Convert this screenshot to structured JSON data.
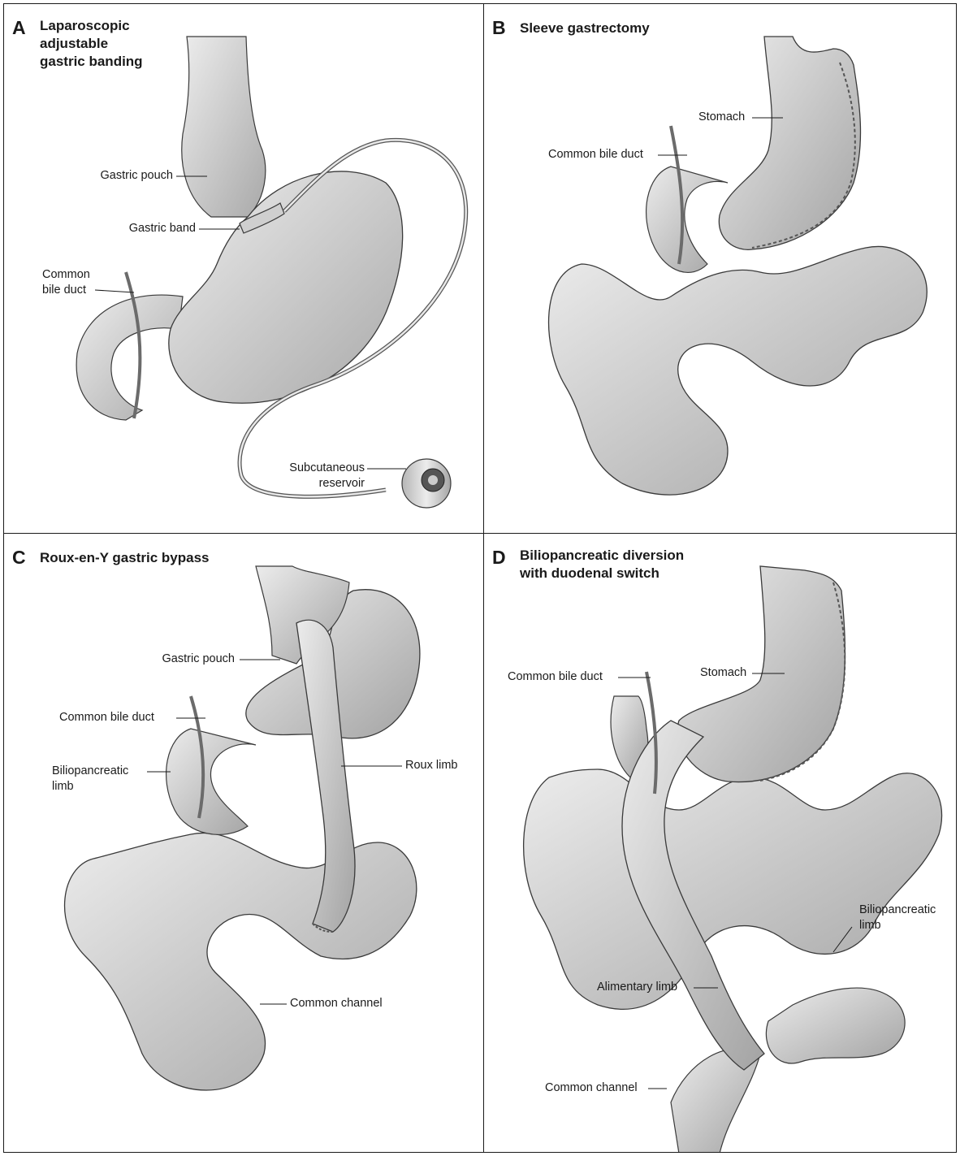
{
  "panels": [
    {
      "letter": "A",
      "title": "Laparoscopic\nadjustable\ngastric banding",
      "labels": {
        "gastric_pouch": "Gastric pouch",
        "gastric_band": "Gastric band",
        "common_bile_duct": "Common\nbile duct",
        "subcutaneous_reservoir": "Subcutaneous\nreservoir"
      }
    },
    {
      "letter": "B",
      "title": "Sleeve gastrectomy",
      "labels": {
        "stomach": "Stomach",
        "common_bile_duct": "Common bile duct"
      }
    },
    {
      "letter": "C",
      "title": "Roux-en-Y gastric bypass",
      "labels": {
        "gastric_pouch": "Gastric pouch",
        "common_bile_duct": "Common bile duct",
        "roux_limb": "Roux limb",
        "biliopancreatic_limb": "Biliopancreatic\nlimb",
        "common_channel": "Common channel"
      }
    },
    {
      "letter": "D",
      "title": "Biliopancreatic diversion\nwith duodenal switch",
      "labels": {
        "common_bile_duct": "Common bile duct",
        "stomach": "Stomach",
        "biliopancreatic_limb": "Biliopancreatic\nlimb",
        "alimentary_limb": "Alimentary limb",
        "common_channel": "Common channel"
      }
    }
  ],
  "colors": {
    "border": "#1a1a1a",
    "organ_fill": "#d6d6d6",
    "organ_shadow": "#9a9a9a",
    "outline": "#3a3a3a"
  }
}
